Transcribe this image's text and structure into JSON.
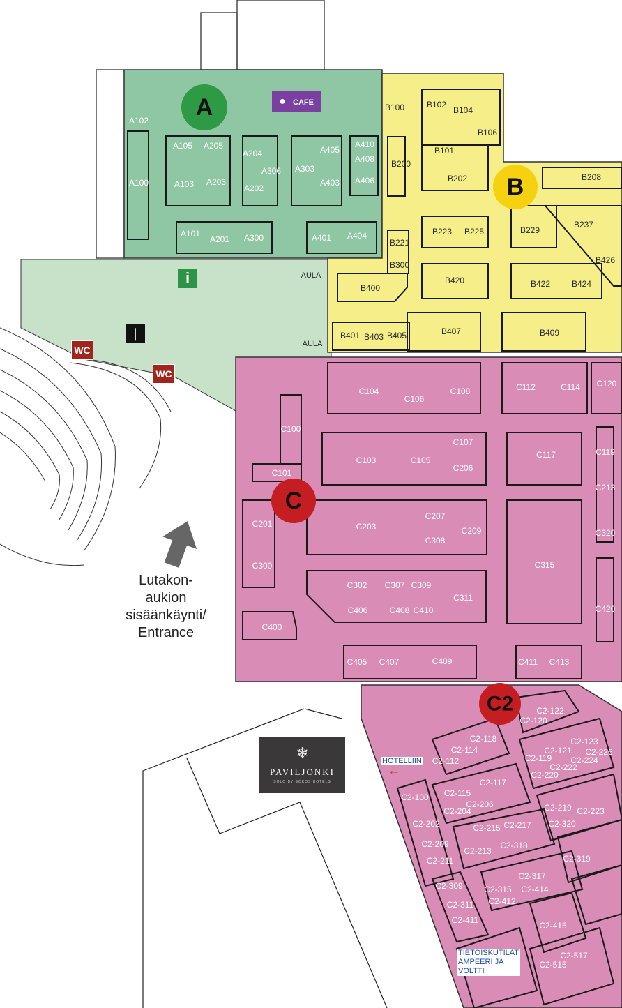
{
  "halls": {
    "A": {
      "label": "A",
      "color": "#8fc6a3",
      "marker_color": "#2f9a46"
    },
    "B": {
      "label": "B",
      "color": "#f6ee88",
      "marker_color": "#f5d10f"
    },
    "C": {
      "label": "C",
      "color": "#d98cb6",
      "marker_color": "#c41d22"
    },
    "C2": {
      "label": "C2",
      "color": "#d98cb6",
      "marker_color": "#c41d22"
    }
  },
  "amenities": {
    "cafe_label": "CAFE",
    "info_label": "i",
    "wc_label": "WC",
    "aula_1": "AULA",
    "aula_2": "AULA"
  },
  "entrance_lines": [
    "Lutakon-",
    "aukion",
    "sisäänkäynti/",
    "Entrance"
  ],
  "logo": {
    "name": "PAVILJONKI",
    "sub": "SOLO BY SOKOS HOTELS"
  },
  "tags": {
    "hotel": "HOTELLIIN",
    "tech_1": "TIETOISKUTILAT",
    "tech_2": "AMPEERI JA",
    "tech_3": "VOLTTI"
  },
  "booths_a": [
    "A102",
    "A100",
    "A105",
    "A205",
    "A103",
    "A203",
    "A204",
    "A306",
    "A202",
    "A303",
    "A405",
    "A403",
    "A410",
    "A408",
    "A406",
    "A101",
    "A201",
    "A300",
    "A401",
    "A404"
  ],
  "booths_b": [
    "B100",
    "B102",
    "B104",
    "B106",
    "B101",
    "B202",
    "B200",
    "B208",
    "B223",
    "B225",
    "B229",
    "B237",
    "B221",
    "B300",
    "B420",
    "B422",
    "B424",
    "B426",
    "B400",
    "B401",
    "B403",
    "B405",
    "B407",
    "B409"
  ],
  "booths_c": [
    "C104",
    "C106",
    "C108",
    "C112",
    "C114",
    "C120",
    "C100",
    "C103",
    "C105",
    "C107",
    "C206",
    "C117",
    "C119",
    "C101",
    "C213",
    "C201",
    "C203",
    "C207",
    "C308",
    "C209",
    "C315",
    "C320",
    "C300",
    "C302",
    "C307",
    "C309",
    "C311",
    "C406",
    "C408",
    "C410",
    "C420",
    "C400",
    "C405",
    "C407",
    "C409",
    "C411",
    "C413"
  ],
  "booths_c2": [
    "C2-122",
    "C2-120",
    "C2-118",
    "C2-114",
    "C2-112",
    "C2-123",
    "C2-121",
    "C2-226",
    "C2-119",
    "C2-224",
    "C2-222",
    "C2-220",
    "C2-117",
    "C2-115",
    "C2-100",
    "C2-206",
    "C2-204",
    "C2-219",
    "C2-223",
    "C2-215",
    "C2-217",
    "C2-320",
    "C2-202",
    "C2-209",
    "C2-213",
    "C2-318",
    "C2-211",
    "C2-319",
    "C2-317",
    "C2-309",
    "C2-315",
    "C2-414",
    "C2-412",
    "C2-311",
    "C2-411",
    "C2-415",
    "C2-517",
    "C2-515"
  ]
}
